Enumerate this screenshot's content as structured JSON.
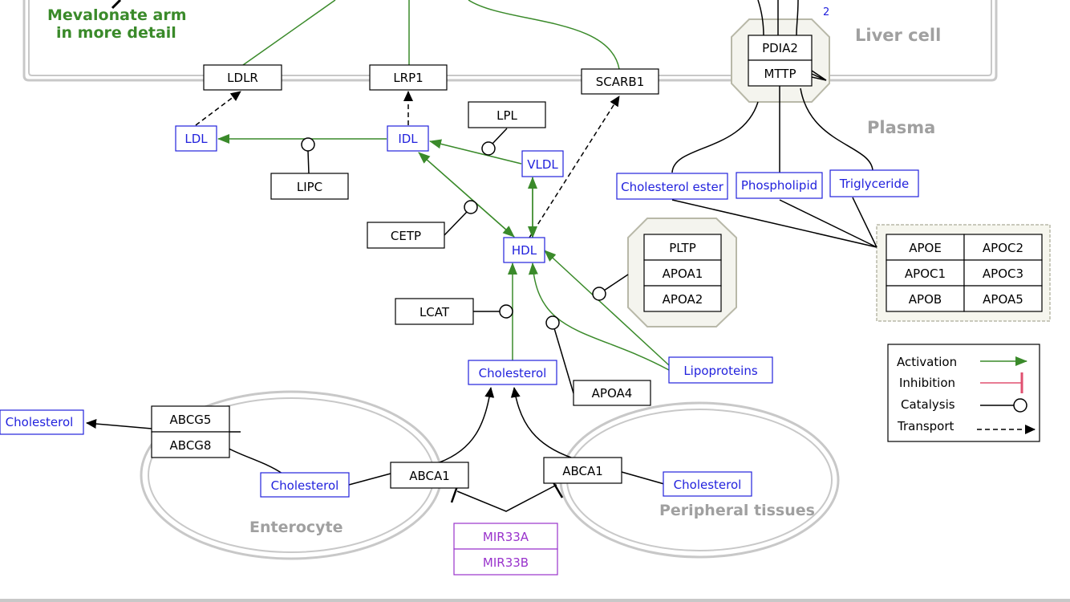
{
  "compartments": {
    "liver_cell": "Liver cell",
    "plasma": "Plasma",
    "enterocyte": "Enterocyte",
    "peripheral_tissues": "Peripheral tissues"
  },
  "mevalonate_link": {
    "line1": "Mevalonate arm",
    "line2": "in more detail"
  },
  "footnote": "2",
  "nodes": {
    "ldlr": "LDLR",
    "lrp1": "LRP1",
    "scarb1": "SCARB1",
    "pdia2": "PDIA2",
    "mttp": "MTTP",
    "ldl": "LDL",
    "idl": "IDL",
    "lpl": "LPL",
    "vldl": "VLDL",
    "lipc": "LIPC",
    "cetp": "CETP",
    "hdl": "HDL",
    "pltp": "PLTP",
    "apoa1": "APOA1",
    "apoa2": "APOA2",
    "lcat": "LCAT",
    "cholesterol_ester": "Cholesterol ester",
    "phospholipid": "Phospholipid",
    "triglyceride": "Triglyceride",
    "apoe": "APOE",
    "apoc2": "APOC2",
    "apoc1": "APOC1",
    "apoc3": "APOC3",
    "apob": "APOB",
    "apoa5": "APOA5",
    "cholesterol_center": "Cholesterol",
    "lipoproteins": "Lipoproteins",
    "apoa4": "APOA4",
    "cholesterol_left": "Cholesterol",
    "abcg5": "ABCG5",
    "abcg8": "ABCG8",
    "cholesterol_enterocyte": "Cholesterol",
    "abca1_left": "ABCA1",
    "abca1_right": "ABCA1",
    "cholesterol_peripheral": "Cholesterol",
    "mir33a": "MIR33A",
    "mir33b": "MIR33B"
  },
  "legend": {
    "activation": "Activation",
    "inhibition": "Inhibition",
    "catalysis": "Catalysis",
    "transport": "Transport"
  },
  "colors": {
    "metabolite": "#2222dd",
    "activation": "#3a8a2a",
    "inhibition": "#e05070",
    "mirna": "#9933cc",
    "compartment": "#c8c8c8",
    "compartment_label": "#a0a0a0",
    "mevalonate": "#3a8a2a"
  }
}
